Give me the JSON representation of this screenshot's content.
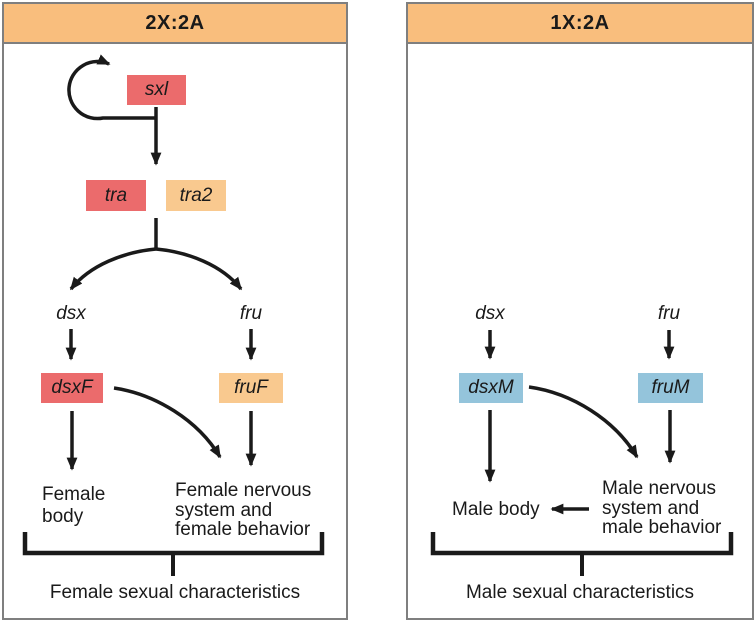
{
  "colors": {
    "header_bg": "#F9BE7D",
    "female_primary": "#EB6B6C",
    "female_secondary": "#F9C98F",
    "male_primary": "#94C4DB",
    "panel_border": "#7F7F7F",
    "ink": "#1A1A1A"
  },
  "panels": [
    {
      "header": "2X:2A",
      "genes": {
        "sxl": "sxl",
        "tra": "tra",
        "tra2": "tra2",
        "dsx": "dsx",
        "fru": "fru",
        "dsx_product": "dsxF",
        "fru_product": "fruF"
      },
      "outcomes": {
        "body": "Female\nbody",
        "nervous": "Female nervous\nsystem and\nfemale behavior"
      },
      "bracket_label": "Female sexual characteristics"
    },
    {
      "header": "1X:2A",
      "genes": {
        "dsx": "dsx",
        "fru": "fru",
        "dsx_product": "dsxM",
        "fru_product": "fruM"
      },
      "outcomes": {
        "body": "Male body",
        "nervous": "Male nervous\nsystem and\nmale behavior"
      },
      "bracket_label": "Male sexual characteristics"
    }
  ]
}
